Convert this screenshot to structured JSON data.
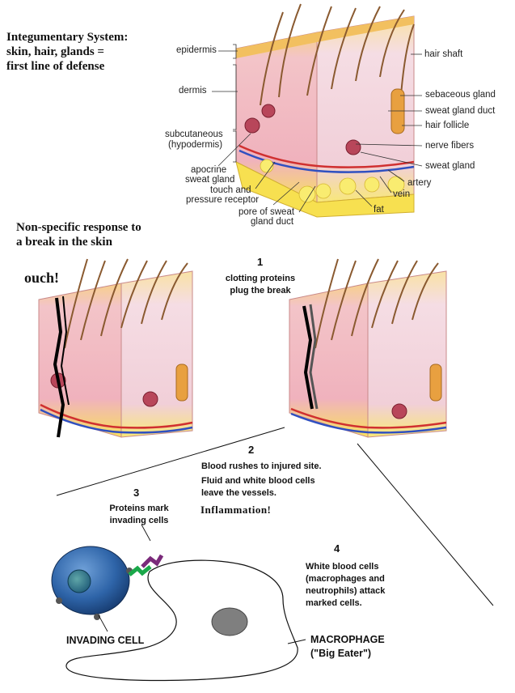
{
  "title_lines": [
    "Integumentary System:",
    "skin, hair, glands =",
    "first line of defense"
  ],
  "labels_left": [
    "epidermis",
    "dermis",
    "subcutaneous",
    "(hypodermis)",
    "apocrine",
    "sweat gland",
    "touch and",
    "pressure receptor",
    "pore of sweat",
    "gland duct"
  ],
  "labels_right": [
    "hair shaft",
    "sebaceous gland",
    "sweat gland duct",
    "hair follicle",
    "nerve fibers",
    "sweat gland",
    "artery",
    "vein",
    "fat"
  ],
  "section2_lines": [
    "Non-specific response to",
    "a break in the skin"
  ],
  "ouch": "ouch!",
  "step1": {
    "num": "1",
    "lines": [
      "clotting proteins",
      "plug the break"
    ]
  },
  "step2": {
    "num": "2",
    "lines": [
      "Blood rushes to injured site.",
      "Fluid and white blood cells",
      "leave the vessels."
    ],
    "emph": "Inflammation!"
  },
  "step3": {
    "num": "3",
    "lines": [
      "Proteins mark",
      "invading cells"
    ]
  },
  "step4": {
    "num": "4",
    "lines": [
      "White blood  cells",
      "(macrophages and",
      "neutrophils) attack",
      "marked cells."
    ]
  },
  "invading_cell": "INVADING CELL",
  "macrophage": "MACROPHAGE",
  "big_eater": "(\"Big Eater\")",
  "colors": {
    "skin": "#f3c4c8",
    "epidermis": "#f6d98a",
    "fat": "#f7e46a",
    "cell": "#2e64a8",
    "marker": "#7a2a7a",
    "antibody": "#1aa84a"
  }
}
